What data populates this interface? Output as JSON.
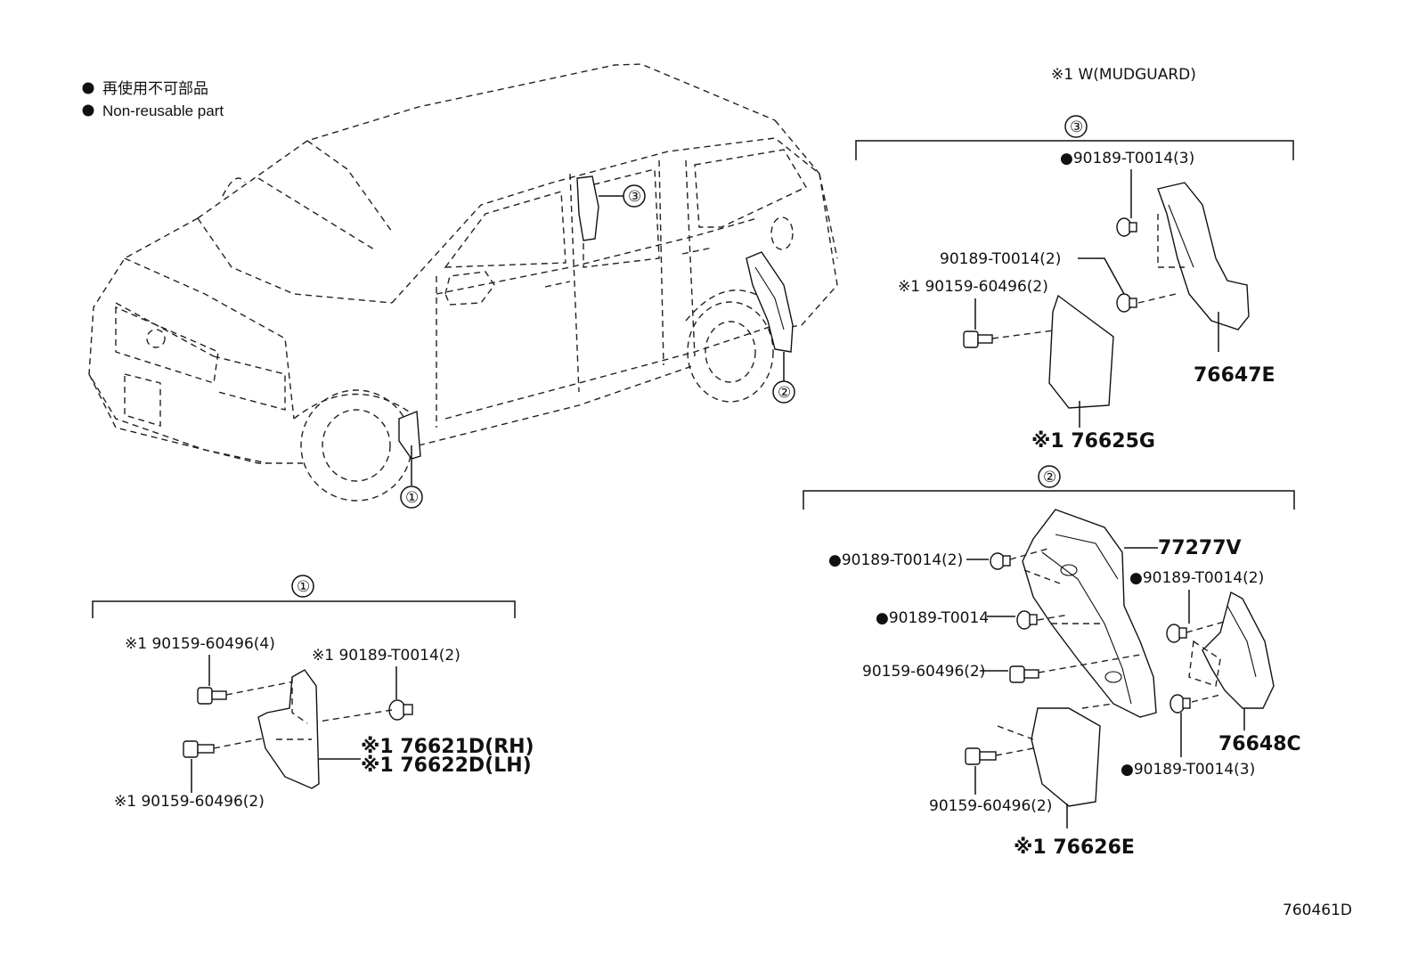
{
  "legend": {
    "bullet_text_jp": "再使用不可部品",
    "bullet_text_en": "Non-reusable part"
  },
  "note": "※1 W(MUDGUARD)",
  "callouts": [
    "①",
    "②",
    "③"
  ],
  "group_1": {
    "number": "①",
    "labels": {
      "bolt_top": "※1 90159-60496(4)",
      "clip_top": "※1 90189-T0014(2)",
      "mudguard_rh": "※1 76621D(RH)",
      "mudguard_lh": "※1 76622D(LH)",
      "bolt_bottom": "※1 90159-60496(2)"
    }
  },
  "group_3": {
    "number": "③",
    "labels": {
      "clip_top": "●90189-T0014(3)",
      "clip_mid": "90189-T0014(2)",
      "bolt": "※1 90159-60496(2)",
      "part_a": "76647E",
      "part_b": "※1 76625G"
    }
  },
  "group_2": {
    "number": "②",
    "labels": {
      "liner": "77277V",
      "clip_a": "●90189-T0014(2)",
      "clip_b": "●90189-T0014(2)",
      "clip_c": "●90189-T0014",
      "bolt_a": "90159-60496(2)",
      "part_c": "76648C",
      "clip_d": "●90189-T0014(3)",
      "bolt_b": "90159-60496(2)",
      "part_d": "※1 76626E"
    }
  },
  "figure_id": "760461D"
}
